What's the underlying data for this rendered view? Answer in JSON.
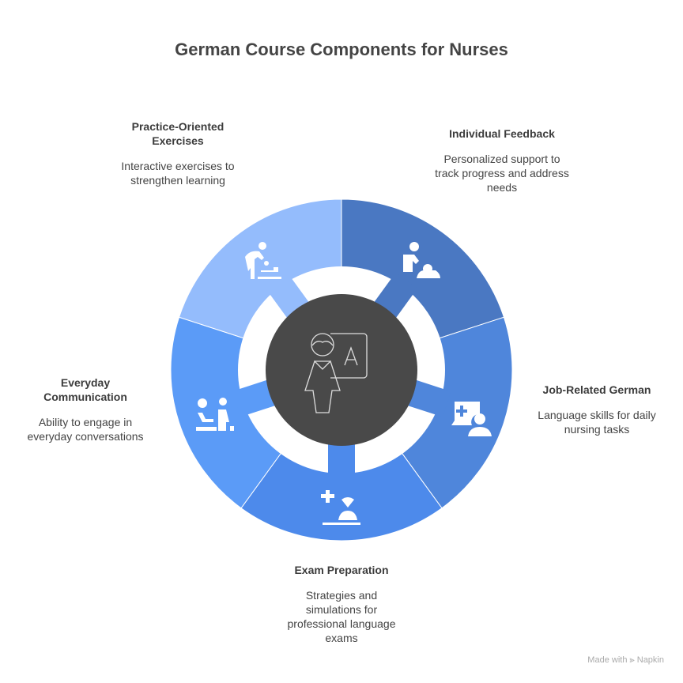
{
  "title": "German Course Components for Nurses",
  "center_icon": "teacher-with-board-icon",
  "center_color": "#494949",
  "segments": [
    {
      "title": "Individual Feedback",
      "desc": "Personalized support to track progress and address needs",
      "color": "#4a78c2",
      "icon": "caregiver-with-patient-icon"
    },
    {
      "title": "Job-Related German",
      "desc": "Language skills for daily nursing tasks",
      "color": "#4f86db",
      "icon": "medical-chat-icon"
    },
    {
      "title": "Exam Preparation",
      "desc": "Strategies and simulations for professional language exams",
      "color": "#4d8aeb",
      "icon": "nurse-medical-icon"
    },
    {
      "title": "Everyday Communication",
      "desc": "Ability to engage in everyday conversations",
      "color": "#5b9bf7",
      "icon": "waiting-room-icon"
    },
    {
      "title": "Practice-Oriented Exercises",
      "desc": "Interactive exercises to strengthen learning",
      "color": "#94bcfc",
      "icon": "baby-changing-icon"
    }
  ],
  "footer": "Made with ⫸ Napkin"
}
